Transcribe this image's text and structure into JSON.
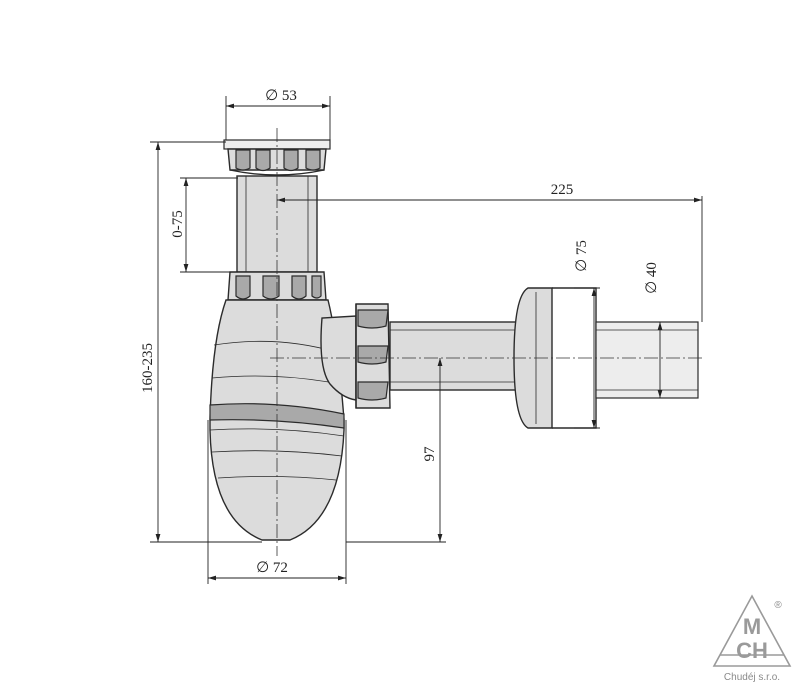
{
  "dimensions": {
    "top_diameter": "∅ 53",
    "bottom_diameter": "∅ 72",
    "adjust_range": "0-75",
    "total_height": "160-235",
    "horizontal_length": "225",
    "rosette_diameter": "∅ 75",
    "pipe_diameter": "∅ 40",
    "outlet_height": "97"
  },
  "logo": {
    "letters_top": "M",
    "letters_bottom": "CH",
    "registered": "®",
    "company": "Chudéj s.r.o."
  }
}
